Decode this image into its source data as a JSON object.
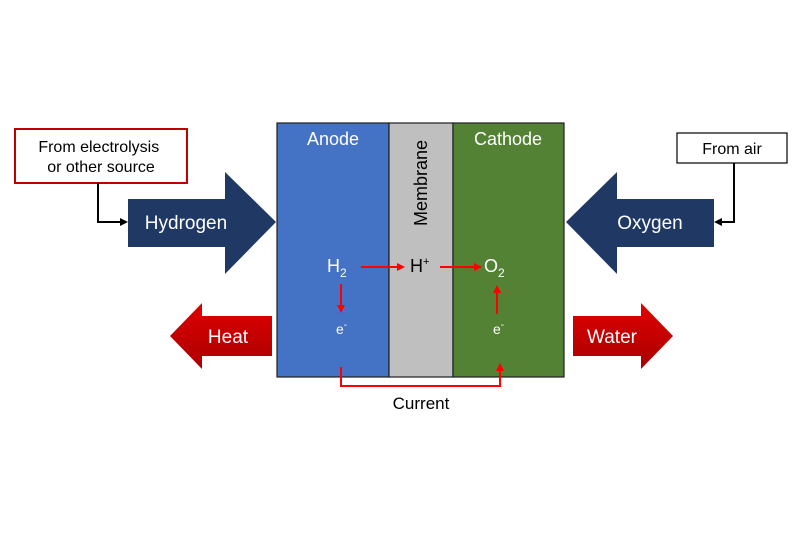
{
  "diagram": {
    "sources": {
      "hydrogen_source": "From electrolysis\nor other source",
      "oxygen_source": "From air"
    },
    "arrows": {
      "hydrogen": "Hydrogen",
      "oxygen": "Oxygen",
      "heat": "Heat",
      "water": "Water"
    },
    "panels": {
      "anode": "Anode",
      "membrane": "Membrane",
      "cathode": "Cathode"
    },
    "species": {
      "h2": "H",
      "h2_sub": "2",
      "h_plus": "H",
      "h_plus_sup": "+",
      "o2": "O",
      "o2_sub": "2",
      "electron_anode": "e",
      "electron_anode_sup": "-",
      "electron_cathode": "e",
      "electron_cathode_sup": "-"
    },
    "current": "Current"
  },
  "colors": {
    "navy": "#1f3864",
    "anode_blue": "#4472c4",
    "membrane_gray": "#bfbfbf",
    "cathode_green": "#548235",
    "heat_red": "#c00000",
    "flow_red": "#ff0000"
  }
}
